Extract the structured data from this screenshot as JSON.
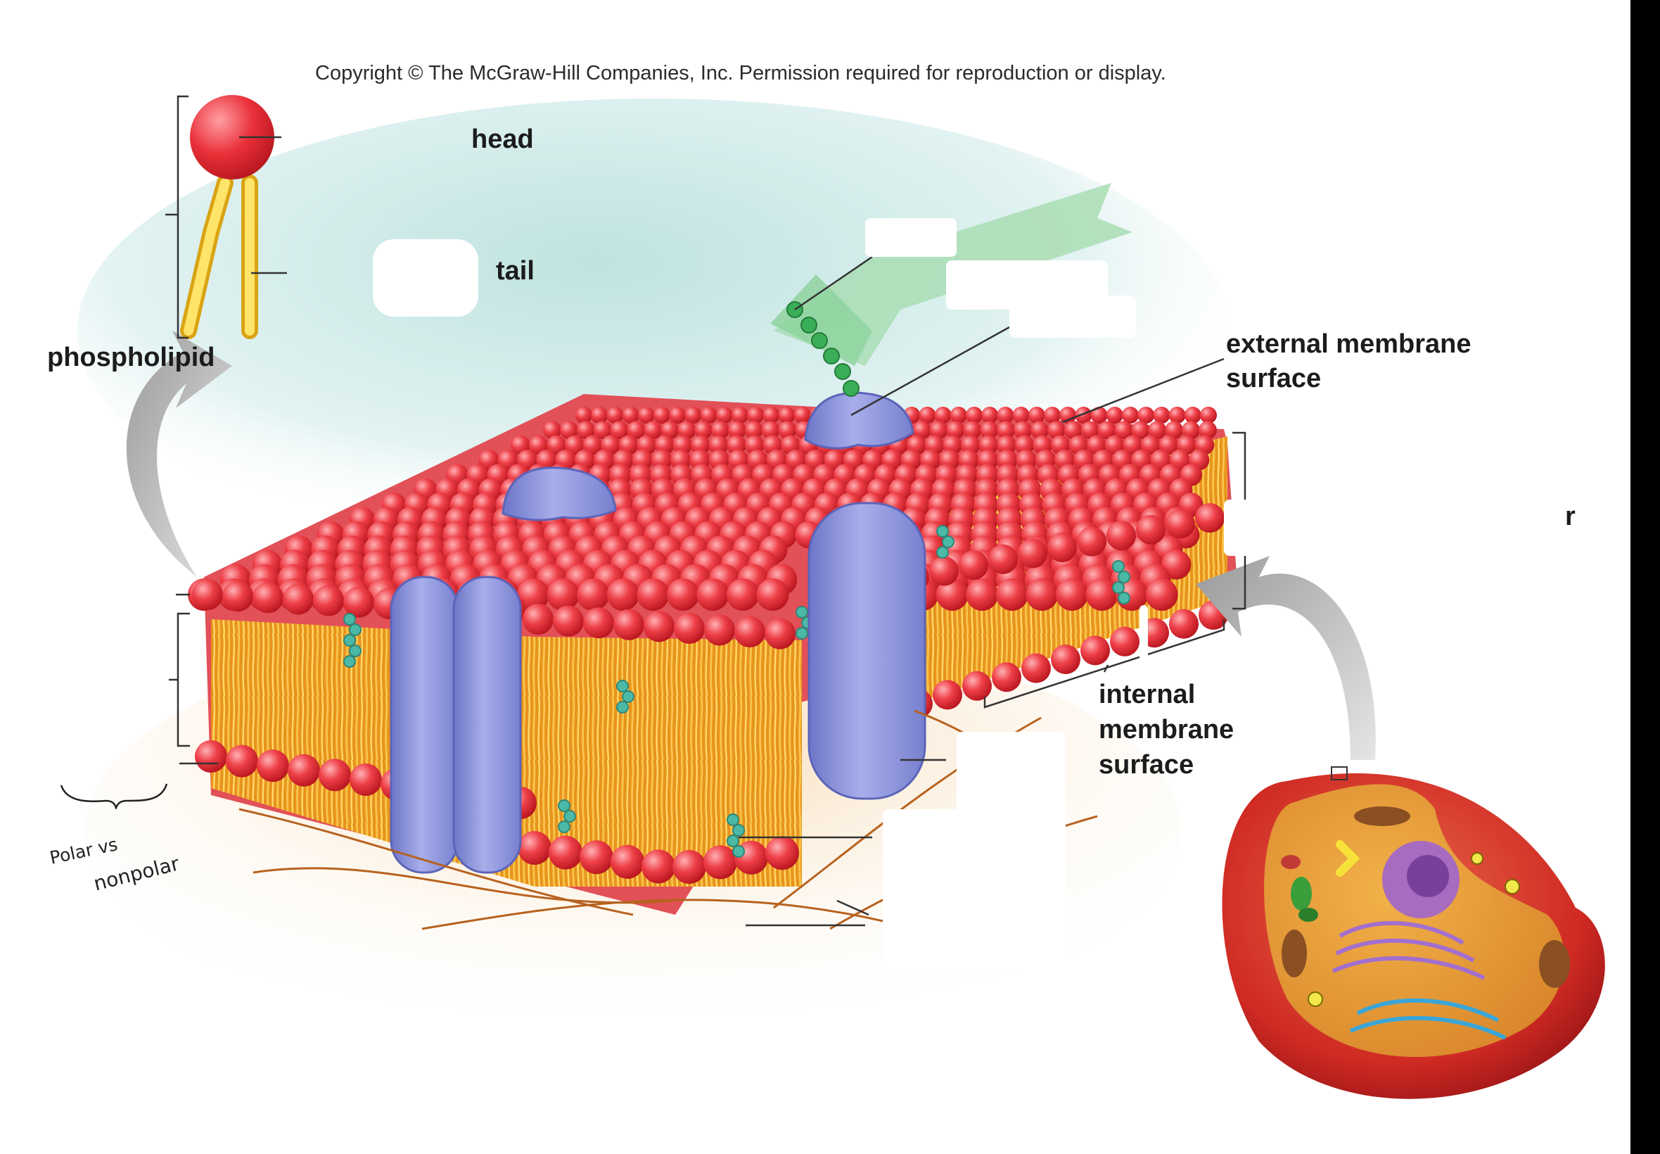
{
  "copyright": "Copyright © The McGraw-Hill Companies, Inc. Permission required for reproduction or display.",
  "labels": {
    "head": "head",
    "tail": "tail",
    "phospholipid": "phospholipid",
    "external_membrane_surface": "external membrane\nsurface",
    "internal_membrane_surface": "internal\nmembrane\nsurface",
    "partial_right_r": "r"
  },
  "handwriting": {
    "line1": "Polar vs",
    "line2": "nonpolar"
  },
  "colors": {
    "head_red": "#e8323a",
    "tail_orange": "#f2a322",
    "protein_blue": "#8f97dd",
    "carbohydrate_green": "#3cb45a",
    "cholesterol_teal": "#3fb7a2",
    "background_teal": "#cfece9",
    "cell_red": "#c91e22"
  }
}
